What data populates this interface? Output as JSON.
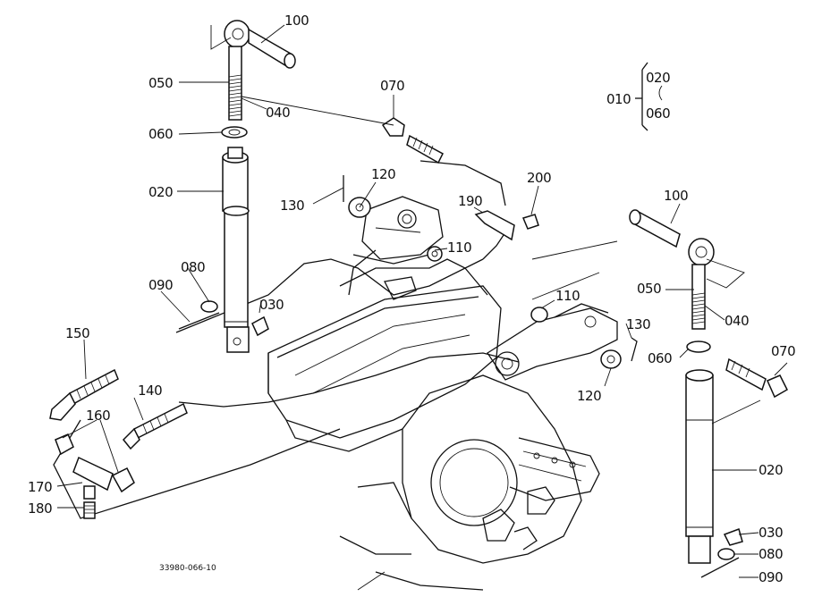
{
  "diagram": {
    "drawing_number": "33980-066-10",
    "labels": [
      "100",
      "050",
      "040",
      "060",
      "020",
      "070",
      "130",
      "120",
      "110",
      "190",
      "200",
      "080",
      "090",
      "030",
      "150",
      "140",
      "160",
      "170",
      "180",
      "010",
      "020",
      "060",
      "100",
      "110",
      "130",
      "050",
      "040",
      "070",
      "060",
      "120",
      "020",
      "030",
      "080",
      "090"
    ]
  },
  "chart_data": {
    "type": "diagram",
    "title": "",
    "callouts": [
      "010",
      "020",
      "030",
      "040",
      "050",
      "060",
      "070",
      "080",
      "090",
      "100",
      "110",
      "120",
      "130",
      "140",
      "150",
      "160",
      "170",
      "180",
      "190",
      "200"
    ],
    "assembly_note": {
      "id": "010",
      "range_from": "020",
      "range_to": "060"
    }
  },
  "icons": {
    "left_cylinder": "hydraulic-cylinder-icon",
    "right_cylinder": "hydraulic-cylinder-icon",
    "frame": "front-axle-frame-icon"
  }
}
